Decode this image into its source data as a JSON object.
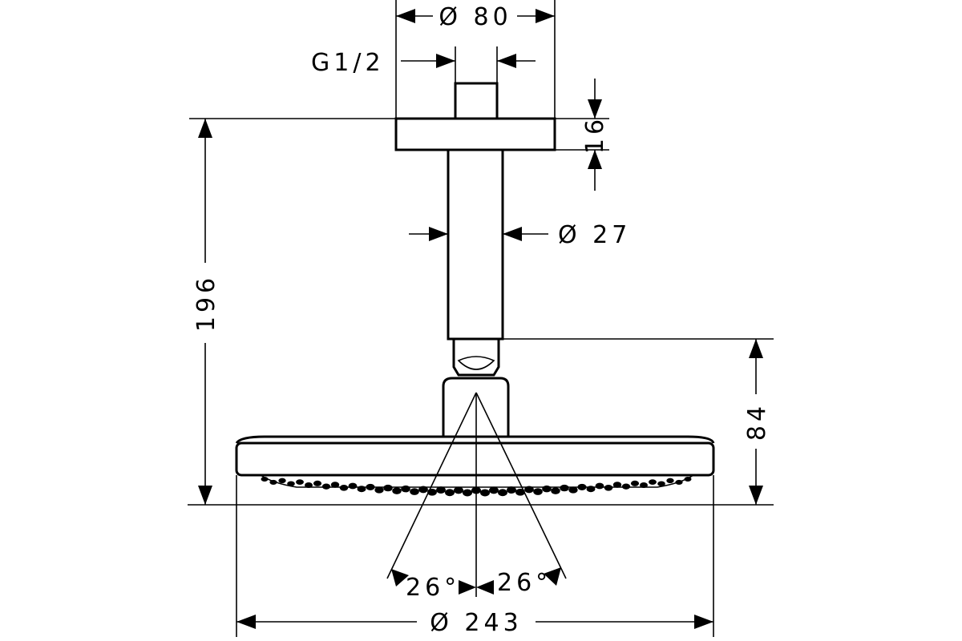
{
  "diagram": {
    "labels": {
      "top_diameter": "Ø 80",
      "thread": "G1/2",
      "flange_height": "16",
      "arm_diameter": "Ø 27",
      "total_height": "196",
      "head_height": "84",
      "spray_angle_left": "26°",
      "spray_angle_right": "26°",
      "head_diameter": "Ø 243"
    },
    "colors": {
      "line": "#000000",
      "background": "#ffffff"
    }
  }
}
